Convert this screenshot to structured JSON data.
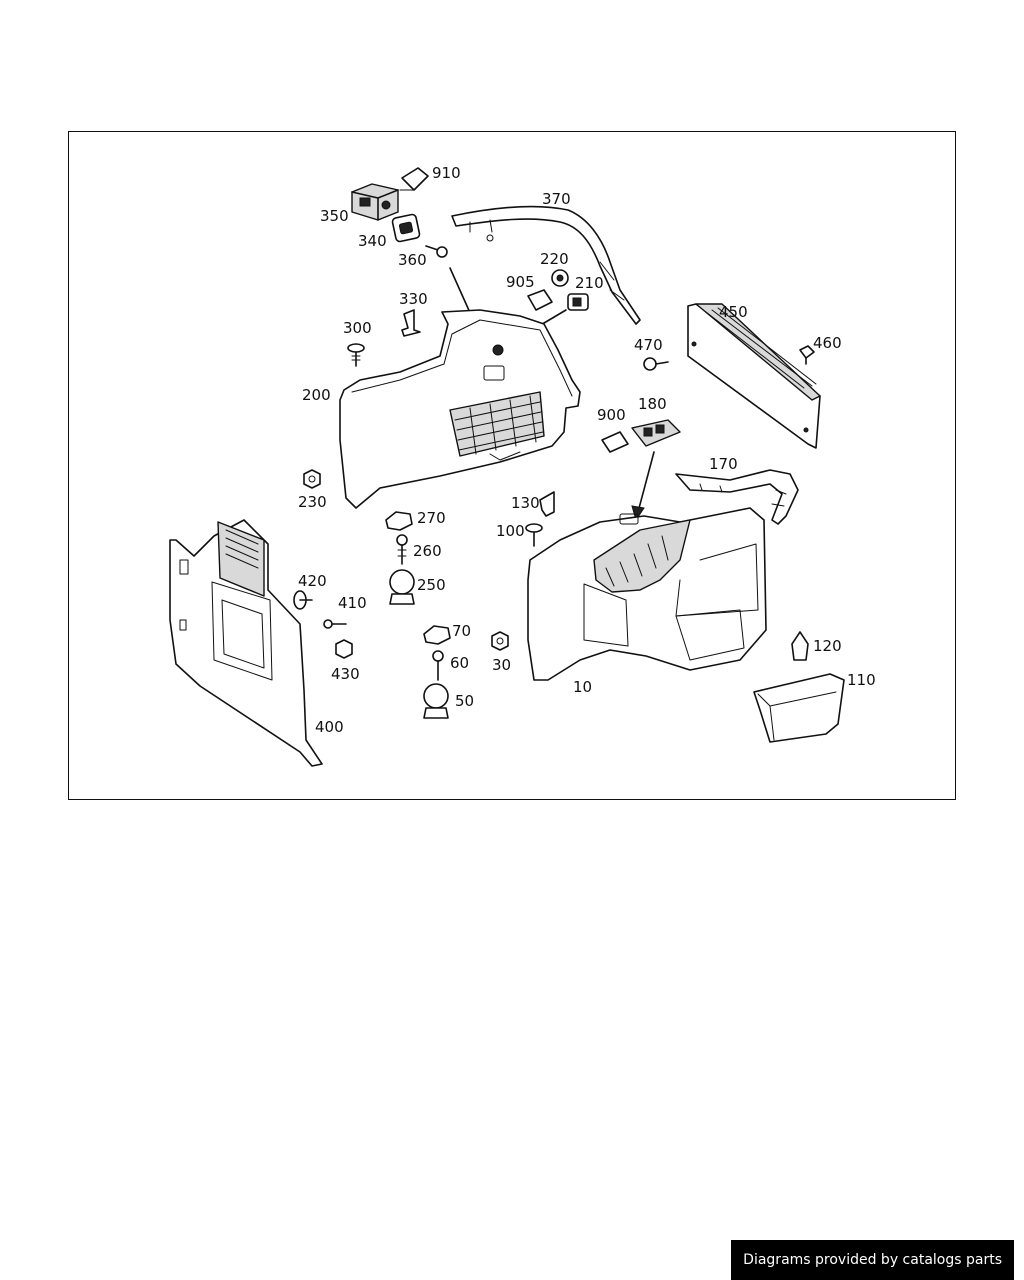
{
  "diagram": {
    "labels": {
      "p910": "910",
      "p350": "350",
      "p340": "340",
      "p360": "360",
      "p370": "370",
      "p220": "220",
      "p905": "905",
      "p210": "210",
      "p330": "330",
      "p300": "300",
      "p450": "450",
      "p460": "460",
      "p470": "470",
      "p200": "200",
      "p900": "900",
      "p180": "180",
      "p170": "170",
      "p230": "230",
      "p130": "130",
      "p270": "270",
      "p100": "100",
      "p260": "260",
      "p250": "250",
      "p420": "420",
      "p410": "410",
      "p70": "70",
      "p430": "430",
      "p60": "60",
      "p30": "30",
      "p120": "120",
      "p110": "110",
      "p10": "10",
      "p50": "50",
      "p400": "400"
    }
  },
  "footer": {
    "text": "Diagrams provided by catalogs parts"
  }
}
